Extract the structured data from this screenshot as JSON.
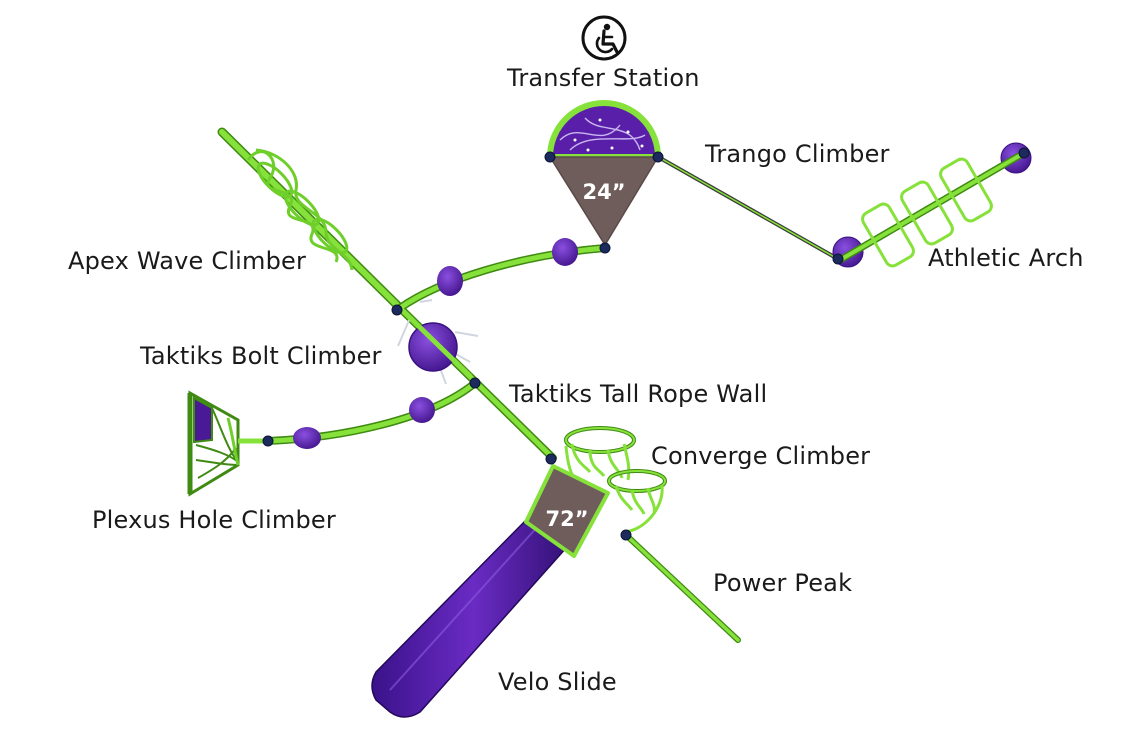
{
  "accessibility_icon": "wheelchair-icon",
  "labels": {
    "transfer_station": "Transfer Station",
    "trango_climber": "Trango Climber",
    "athletic_arch": "Athletic Arch",
    "apex_wave_climber": "Apex Wave Climber",
    "taktiks_bolt_climber": "Taktiks Bolt Climber",
    "taktiks_tall_rope_wall": "Taktiks Tall Rope Wall",
    "plexus_hole_climber": "Plexus Hole Climber",
    "converge_climber": "Converge Climber",
    "power_peak": "Power Peak",
    "velo_slide": "Velo Slide"
  },
  "deck_heights": {
    "transfer": "24”",
    "main": "72”"
  },
  "colors": {
    "frame_green": "#86e23a",
    "frame_green_dark": "#3f8a12",
    "purple": "#5a1fa8",
    "purple_dark": "#32106a",
    "deck_brown": "#6e5d5a",
    "connector_navy": "#1c2a5e"
  }
}
